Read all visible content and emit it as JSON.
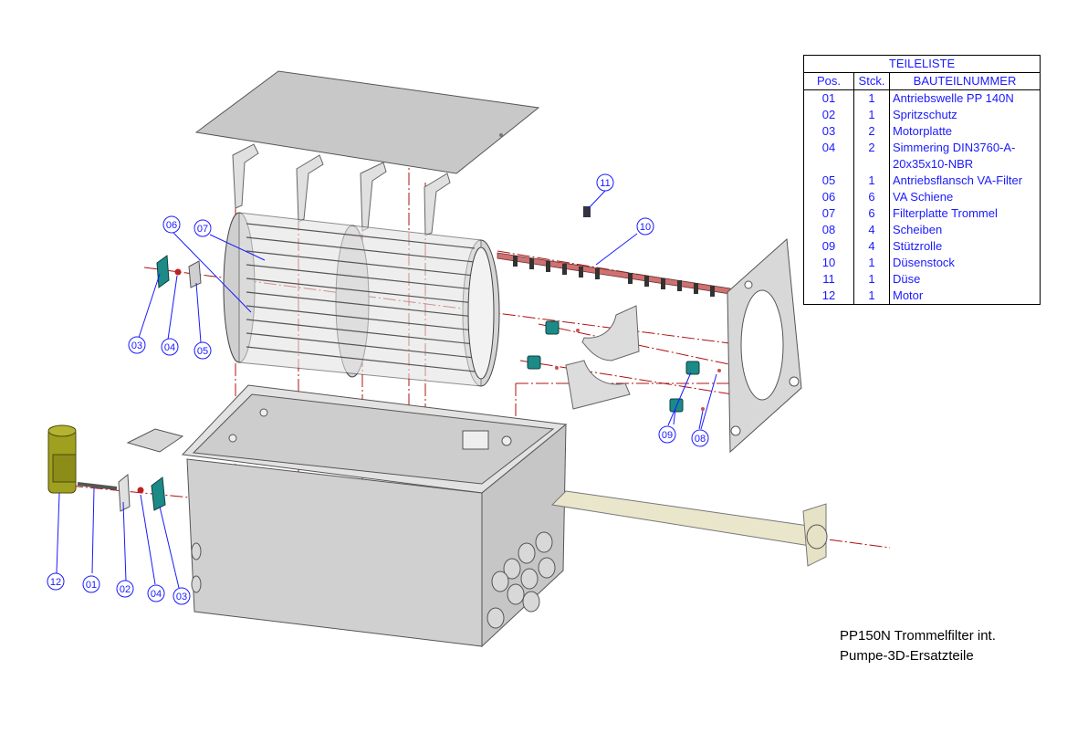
{
  "parts_list": {
    "title": "TEILELISTE",
    "headers": {
      "pos": "Pos.",
      "qty": "Stck.",
      "name": "BAUTEILNUMMER"
    },
    "rows": [
      {
        "pos": "01",
        "qty": "1",
        "name": "Antriebswelle PP 140N"
      },
      {
        "pos": "02",
        "qty": "1",
        "name": "Spritzschutz"
      },
      {
        "pos": "03",
        "qty": "2",
        "name": "Motorplatte"
      },
      {
        "pos": "04",
        "qty": "2",
        "name": "Simmering DIN3760-A-"
      },
      {
        "pos": "",
        "qty": "",
        "name": "20x35x10-NBR"
      },
      {
        "pos": "05",
        "qty": "1",
        "name": "Antriebsflansch  VA-Filter"
      },
      {
        "pos": "06",
        "qty": "6",
        "name": "VA Schiene"
      },
      {
        "pos": "07",
        "qty": "6",
        "name": "Filterplatte Trommel"
      },
      {
        "pos": "08",
        "qty": "4",
        "name": "Scheiben"
      },
      {
        "pos": "09",
        "qty": "4",
        "name": "Stützrolle"
      },
      {
        "pos": "10",
        "qty": "1",
        "name": "Düsenstock"
      },
      {
        "pos": "11",
        "qty": "1",
        "name": "Düse"
      },
      {
        "pos": "12",
        "qty": "1",
        "name": "Motor"
      }
    ]
  },
  "caption": {
    "line1": "PP150N Trommelfilter int.",
    "line2": "Pumpe-3D-Ersatzteile"
  },
  "callouts": {
    "c01": "01",
    "c02": "02",
    "c03a": "03",
    "c03b": "03",
    "c04a": "04",
    "c04b": "04",
    "c05": "05",
    "c06": "06",
    "c07": "07",
    "c08": "08",
    "c09": "09",
    "c10": "10",
    "c11": "11",
    "c12": "12"
  },
  "colors": {
    "callout": "#1a1aff",
    "centerline": "#b01010",
    "metal": "#d0d0d0",
    "teal": "#1c8a86",
    "motor": "#a0a020"
  }
}
